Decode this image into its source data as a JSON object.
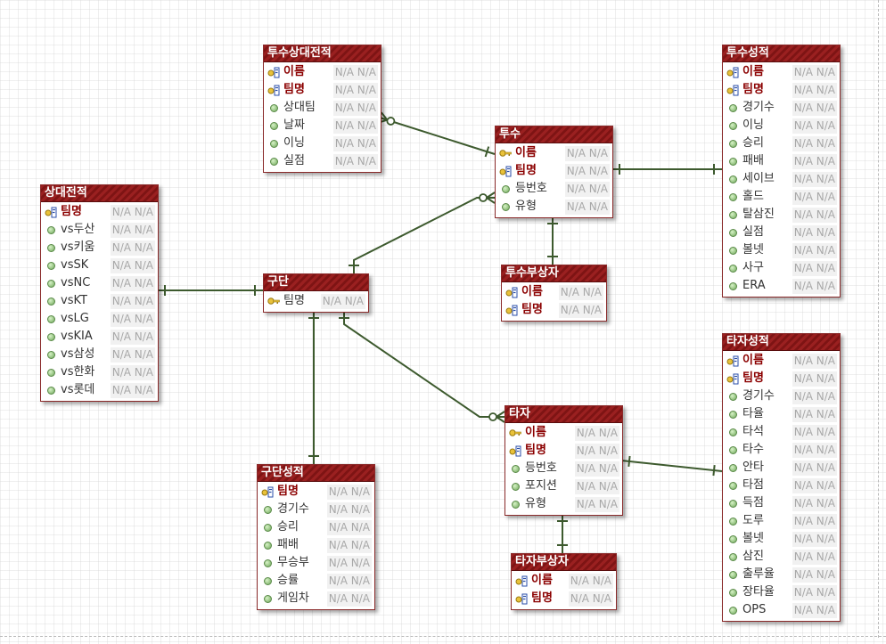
{
  "colors": {
    "header": "#9a2020",
    "key_text": "#8b0000",
    "connector": "#3d5a2e"
  },
  "type_placeholder": "N/A N/A",
  "entities": {
    "pitcher_vs_team": {
      "title": "투수상대전적",
      "attrs": [
        {
          "name": "이름",
          "icon": "foreign-key-icon",
          "key": true
        },
        {
          "name": "팀명",
          "icon": "foreign-key-icon",
          "key": true
        },
        {
          "name": "상대팀",
          "icon": "attribute-dot-icon",
          "key": false
        },
        {
          "name": "날짜",
          "icon": "attribute-dot-icon",
          "key": false
        },
        {
          "name": "이닝",
          "icon": "attribute-dot-icon",
          "key": false
        },
        {
          "name": "실점",
          "icon": "attribute-dot-icon",
          "key": false
        }
      ]
    },
    "pitcher": {
      "title": "투수",
      "attrs": [
        {
          "name": "이름",
          "icon": "primary-key-icon",
          "key": true
        },
        {
          "name": "팀명",
          "icon": "foreign-key-icon",
          "key": true
        },
        {
          "name": "등번호",
          "icon": "attribute-dot-icon",
          "key": false
        },
        {
          "name": "유형",
          "icon": "attribute-dot-icon",
          "key": false
        }
      ]
    },
    "pitcher_stats": {
      "title": "투수성적",
      "attrs": [
        {
          "name": "이름",
          "icon": "foreign-key-icon",
          "key": true
        },
        {
          "name": "팀명",
          "icon": "foreign-key-icon",
          "key": true
        },
        {
          "name": "경기수",
          "icon": "attribute-dot-icon",
          "key": false
        },
        {
          "name": "이닝",
          "icon": "attribute-dot-icon",
          "key": false
        },
        {
          "name": "승리",
          "icon": "attribute-dot-icon",
          "key": false
        },
        {
          "name": "패배",
          "icon": "attribute-dot-icon",
          "key": false
        },
        {
          "name": "세이브",
          "icon": "attribute-dot-icon",
          "key": false
        },
        {
          "name": "홀드",
          "icon": "attribute-dot-icon",
          "key": false
        },
        {
          "name": "탈삼진",
          "icon": "attribute-dot-icon",
          "key": false
        },
        {
          "name": "실점",
          "icon": "attribute-dot-icon",
          "key": false
        },
        {
          "name": "볼넷",
          "icon": "attribute-dot-icon",
          "key": false
        },
        {
          "name": "사구",
          "icon": "attribute-dot-icon",
          "key": false
        },
        {
          "name": "ERA",
          "icon": "attribute-dot-icon",
          "key": false
        }
      ]
    },
    "team_vs": {
      "title": "상대전적",
      "attrs": [
        {
          "name": "팀명",
          "icon": "foreign-key-icon",
          "key": true
        },
        {
          "name": "vs두산",
          "icon": "attribute-dot-icon",
          "key": false
        },
        {
          "name": "vs키움",
          "icon": "attribute-dot-icon",
          "key": false
        },
        {
          "name": "vsSK",
          "icon": "attribute-dot-icon",
          "key": false
        },
        {
          "name": "vsNC",
          "icon": "attribute-dot-icon",
          "key": false
        },
        {
          "name": "vsKT",
          "icon": "attribute-dot-icon",
          "key": false
        },
        {
          "name": "vsLG",
          "icon": "attribute-dot-icon",
          "key": false
        },
        {
          "name": "vsKIA",
          "icon": "attribute-dot-icon",
          "key": false
        },
        {
          "name": "vs삼성",
          "icon": "attribute-dot-icon",
          "key": false
        },
        {
          "name": "vs한화",
          "icon": "attribute-dot-icon",
          "key": false
        },
        {
          "name": "vs롯데",
          "icon": "attribute-dot-icon",
          "key": false
        }
      ]
    },
    "team": {
      "title": "구단",
      "attrs": [
        {
          "name": "팀명",
          "icon": "primary-key-icon",
          "key": false
        }
      ]
    },
    "pitcher_injured": {
      "title": "투수부상자",
      "attrs": [
        {
          "name": "이름",
          "icon": "foreign-key-icon",
          "key": true
        },
        {
          "name": "팀명",
          "icon": "foreign-key-icon",
          "key": true
        }
      ]
    },
    "batter_stats": {
      "title": "타자성적",
      "attrs": [
        {
          "name": "이름",
          "icon": "foreign-key-icon",
          "key": true
        },
        {
          "name": "팀명",
          "icon": "foreign-key-icon",
          "key": true
        },
        {
          "name": "경기수",
          "icon": "attribute-dot-icon",
          "key": false
        },
        {
          "name": "타율",
          "icon": "attribute-dot-icon",
          "key": false
        },
        {
          "name": "타석",
          "icon": "attribute-dot-icon",
          "key": false
        },
        {
          "name": "타수",
          "icon": "attribute-dot-icon",
          "key": false
        },
        {
          "name": "안타",
          "icon": "attribute-dot-icon",
          "key": false
        },
        {
          "name": "타점",
          "icon": "attribute-dot-icon",
          "key": false
        },
        {
          "name": "득점",
          "icon": "attribute-dot-icon",
          "key": false
        },
        {
          "name": "도루",
          "icon": "attribute-dot-icon",
          "key": false
        },
        {
          "name": "볼넷",
          "icon": "attribute-dot-icon",
          "key": false
        },
        {
          "name": "삼진",
          "icon": "attribute-dot-icon",
          "key": false
        },
        {
          "name": "출루율",
          "icon": "attribute-dot-icon",
          "key": false
        },
        {
          "name": "장타율",
          "icon": "attribute-dot-icon",
          "key": false
        },
        {
          "name": "OPS",
          "icon": "attribute-dot-icon",
          "key": false
        }
      ]
    },
    "batter": {
      "title": "타자",
      "attrs": [
        {
          "name": "이름",
          "icon": "primary-key-icon",
          "key": true
        },
        {
          "name": "팀명",
          "icon": "foreign-key-icon",
          "key": true
        },
        {
          "name": "등번호",
          "icon": "attribute-dot-icon",
          "key": false
        },
        {
          "name": "포지션",
          "icon": "attribute-dot-icon",
          "key": false
        },
        {
          "name": "유형",
          "icon": "attribute-dot-icon",
          "key": false
        }
      ]
    },
    "team_stats": {
      "title": "구단성적",
      "attrs": [
        {
          "name": "팀명",
          "icon": "foreign-key-icon",
          "key": true
        },
        {
          "name": "경기수",
          "icon": "attribute-dot-icon",
          "key": false
        },
        {
          "name": "승리",
          "icon": "attribute-dot-icon",
          "key": false
        },
        {
          "name": "패배",
          "icon": "attribute-dot-icon",
          "key": false
        },
        {
          "name": "무승부",
          "icon": "attribute-dot-icon",
          "key": false
        },
        {
          "name": "승률",
          "icon": "attribute-dot-icon",
          "key": false
        },
        {
          "name": "게임차",
          "icon": "attribute-dot-icon",
          "key": false
        }
      ]
    },
    "batter_injured": {
      "title": "타자부상자",
      "attrs": [
        {
          "name": "이름",
          "icon": "foreign-key-icon",
          "key": true
        },
        {
          "name": "팀명",
          "icon": "foreign-key-icon",
          "key": true
        }
      ]
    }
  },
  "relationships": [
    {
      "from": "pitcher_vs_team",
      "to": "pitcher",
      "from_end": "zero-or-many",
      "to_end": "one"
    },
    {
      "from": "pitcher",
      "to": "pitcher_stats",
      "from_end": "one",
      "to_end": "one"
    },
    {
      "from": "pitcher",
      "to": "pitcher_injured",
      "from_end": "one",
      "to_end": "one"
    },
    {
      "from": "team",
      "to": "pitcher",
      "from_end": "one",
      "to_end": "zero-or-many"
    },
    {
      "from": "team_vs",
      "to": "team",
      "from_end": "one",
      "to_end": "one"
    },
    {
      "from": "team",
      "to": "team_stats",
      "from_end": "one",
      "to_end": "one"
    },
    {
      "from": "team",
      "to": "batter",
      "from_end": "one",
      "to_end": "zero-or-many"
    },
    {
      "from": "batter",
      "to": "batter_stats",
      "from_end": "one",
      "to_end": "one"
    },
    {
      "from": "batter",
      "to": "batter_injured",
      "from_end": "one",
      "to_end": "one"
    }
  ]
}
